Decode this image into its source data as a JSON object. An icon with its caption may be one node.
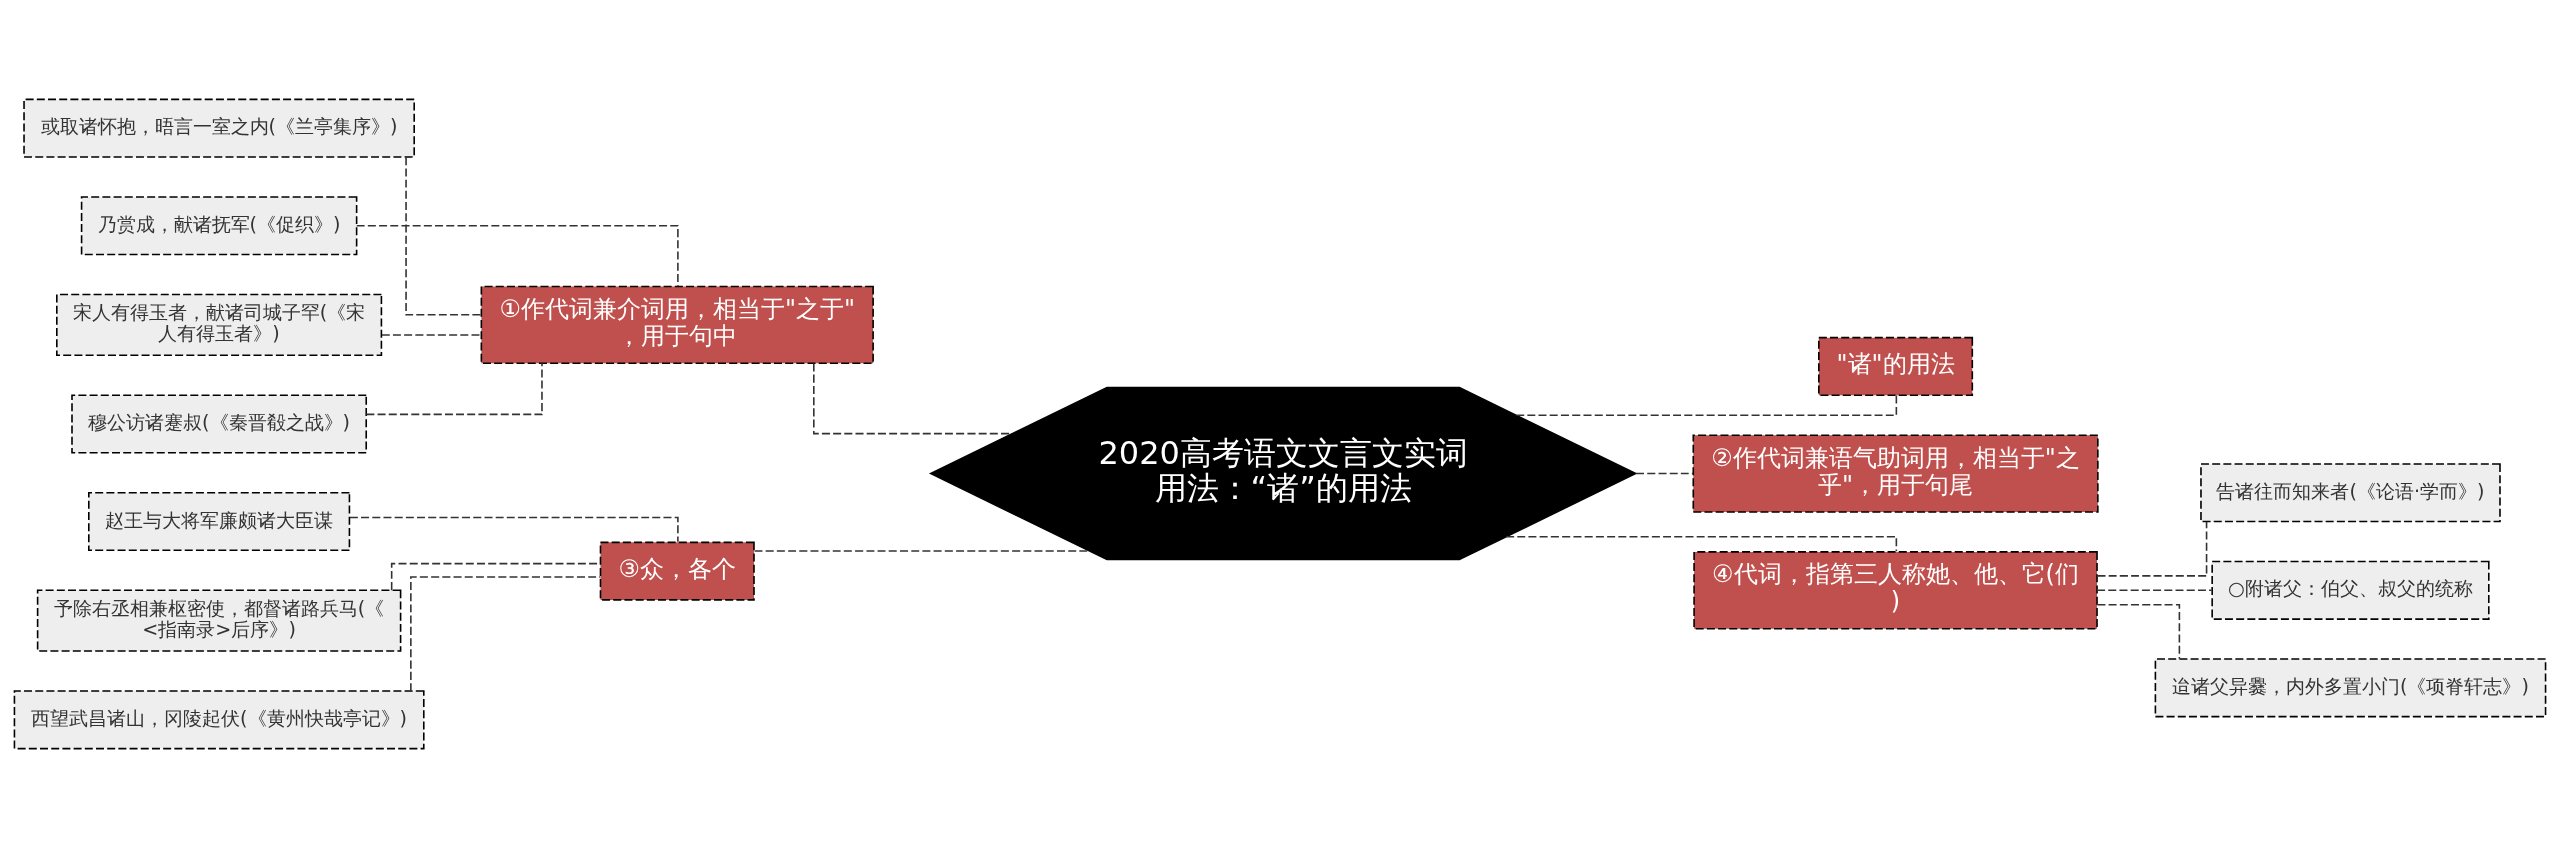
{
  "diagram": {
    "nodes": [
      {
        "text": [
          "2020高考语文文言文实词用法：“诸”的用法"
        ]
      },
      {
        "text": [
          "①作代词兼介词用，相当于\"之于\"，用于句中"
        ]
      },
      {
        "text": [
          "或取诸怀抱，晤言一室之内(《兰亭集序》)"
        ]
      },
      {
        "text": [
          "乃赏成，献诸抚军(《促织》)"
        ]
      },
      {
        "text": [
          "宋人有得玉者，献诸司城子罕(《宋人有得玉者》)"
        ]
      },
      {
        "text": [
          "穆公访诸蹇叔(《秦晋殽之战》)"
        ]
      },
      {
        "text": [
          "③众，各个"
        ]
      },
      {
        "text": [
          "赵王与大将军廉颇诸大臣谋"
        ]
      },
      {
        "text": [
          "予除右丞相兼枢密使，都督诸路兵马(《<指南录>后序》)"
        ]
      },
      {
        "text": [
          "西望武昌诸山，冈陵起伏(《黄州快哉亭记》)"
        ]
      },
      {
        "text": [
          "\"诸\"的用法"
        ]
      },
      {
        "text": [
          "②作代词兼语气助词用，相当于\"之乎\"，用于句尾"
        ]
      },
      {
        "text": [
          "④代词，指第三人称她、他、它(们)"
        ]
      },
      {
        "text": [
          "告诸往而知来者(《论语·学而》)"
        ]
      },
      {
        "text": [
          "○附诸父：伯父、叔父的统称"
        ]
      },
      {
        "text": [
          "迨诸父异爨，内外多置小门(《项脊轩志》)"
        ]
      }
    ],
    "edges": [
      {
        "from": 0,
        "to": 1,
        "arrow": "none",
        "style": "dashed"
      },
      {
        "from": 1,
        "to": 2,
        "arrow": "none",
        "style": "dashed"
      },
      {
        "from": 1,
        "to": 3,
        "arrow": "none",
        "style": "dashed"
      },
      {
        "from": 1,
        "to": 4,
        "arrow": "none",
        "style": "dashed"
      },
      {
        "from": 1,
        "to": 5,
        "arrow": "none",
        "style": "dashed"
      },
      {
        "from": 0,
        "to": 6,
        "arrow": "none",
        "style": "dashed"
      },
      {
        "from": 6,
        "to": 7,
        "arrow": "none",
        "style": "dashed"
      },
      {
        "from": 6,
        "to": 8,
        "arrow": "none",
        "style": "dashed"
      },
      {
        "from": 6,
        "to": 9,
        "arrow": "none",
        "style": "dashed"
      },
      {
        "from": 0,
        "to": 10,
        "arrow": "none",
        "style": "dashed"
      },
      {
        "from": 0,
        "to": 11,
        "arrow": "none",
        "style": "dashed"
      },
      {
        "from": 0,
        "to": 12,
        "arrow": "none",
        "style": "dashed"
      },
      {
        "from": 12,
        "to": 13,
        "arrow": "none",
        "style": "dashed"
      },
      {
        "from": 12,
        "to": 14,
        "arrow": "none",
        "style": "dashed"
      },
      {
        "from": 12,
        "to": 15,
        "arrow": "none",
        "style": "dashed"
      }
    ]
  }
}
